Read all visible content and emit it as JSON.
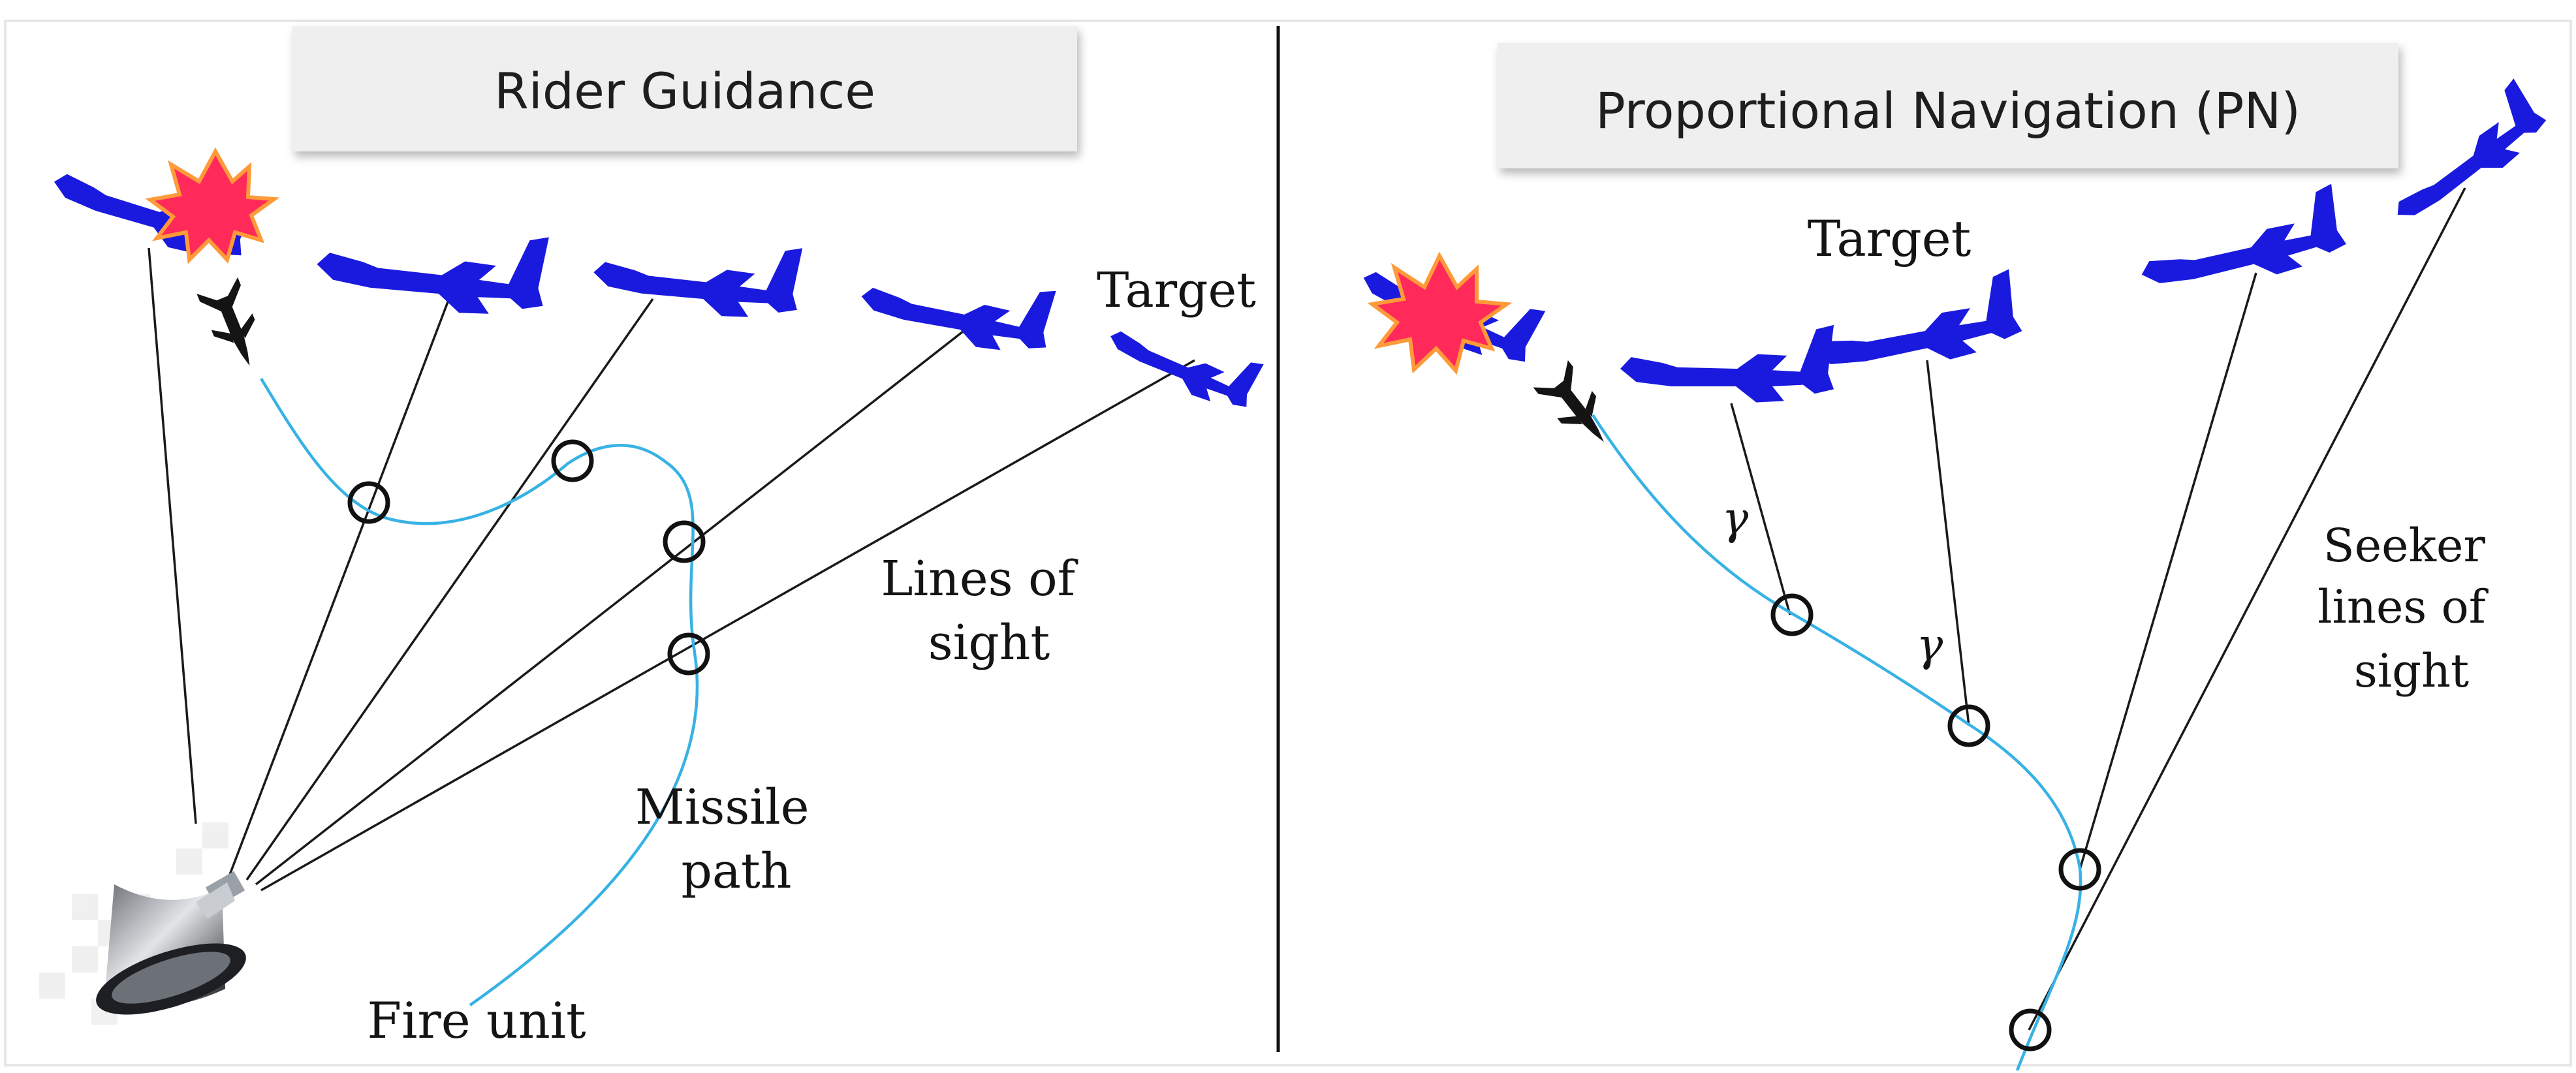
{
  "panels": {
    "left": {
      "title": "Rider Guidance",
      "labels": {
        "target": "Target",
        "lines_of_sight": [
          "Lines of",
          "sight"
        ],
        "missile_path": [
          "Missile",
          "path"
        ],
        "fire_unit": "Fire unit"
      }
    },
    "right": {
      "title": "Proportional Navigation  (PN)",
      "labels": {
        "target": "Target",
        "gamma_1": "γ",
        "gamma_2": "γ",
        "seeker_lines_of_sight": [
          "Seeker",
          "lines of",
          "sight"
        ]
      }
    }
  },
  "colors": {
    "aircraft": "#1a1adf",
    "missile_path": "#38b2e4",
    "explosion": "#ff2a5a",
    "lines": "#1a1a1a",
    "title_box": "#efefef"
  },
  "icons": [
    "aircraft-icon",
    "explosion-icon",
    "missile-icon",
    "fire-unit-icon"
  ]
}
